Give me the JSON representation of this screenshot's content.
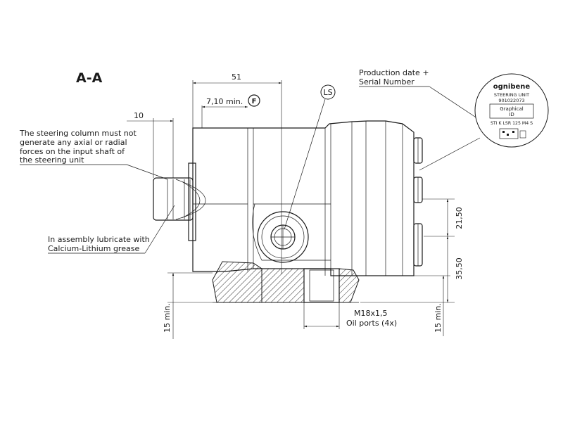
{
  "section_title": "A-A",
  "dimensions": {
    "overall_length": "51",
    "min_clearance_label": "7,10 min.",
    "shaft_length": "10",
    "port_height_upper": "21,50",
    "port_height_lower": "35,50",
    "clearance_left": "15 min.",
    "clearance_right": "15 min."
  },
  "markers": {
    "ls_port": "LS",
    "f_symbol": "F"
  },
  "notes": {
    "steering_column_lines": [
      "The steering column must not",
      "generate any axial or radial",
      "forces on the input shaft of",
      "the steering unit"
    ],
    "lubrication_lines": [
      "In assembly lubricate with",
      "Calcium-Lithium grease"
    ],
    "production_lines": [
      "Production date +",
      "Serial Number"
    ],
    "oil_ports_lines": [
      "M18x1,5",
      "Oil ports (4x)"
    ]
  },
  "label_plate": {
    "brand": "ognibene",
    "product": "STEERING UNIT",
    "code": "901022073",
    "graphical_id_lines": [
      "Graphical",
      "ID"
    ],
    "model": "STI K LSR 125 M4 S"
  }
}
